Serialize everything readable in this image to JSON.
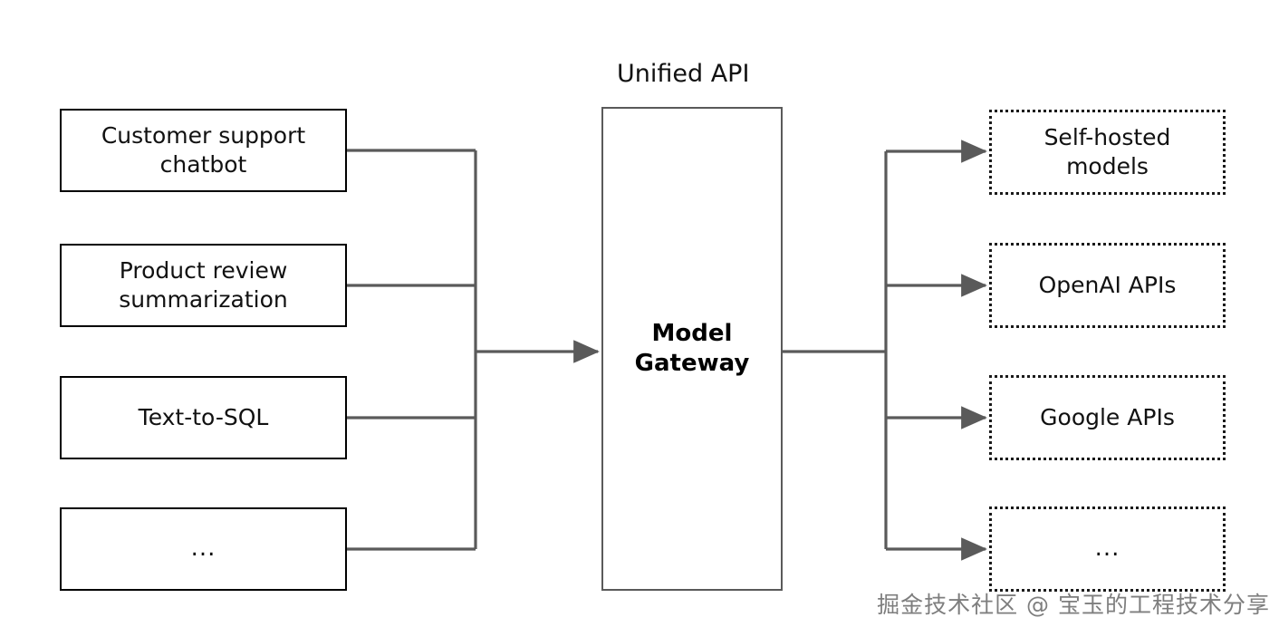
{
  "diagram": {
    "title_caption": "Unified API",
    "line_color": "#5a5a5a",
    "box_border_color": "#000000",
    "dotted_border_color": "#1a1a1a",
    "background": "#ffffff",
    "consumers": [
      {
        "label": "Customer support\nchatbot"
      },
      {
        "label": "Product review\nsummarization"
      },
      {
        "label": "Text-to-SQL"
      },
      {
        "label": "..."
      }
    ],
    "gateway": {
      "label": "Model\nGateway"
    },
    "providers": [
      {
        "label": "Self-hosted\nmodels"
      },
      {
        "label": "OpenAI  APIs"
      },
      {
        "label": "Google  APIs"
      },
      {
        "label": "..."
      }
    ]
  },
  "watermark": {
    "text": "掘金技术社区 @ 宝玉的工程技术分享"
  }
}
